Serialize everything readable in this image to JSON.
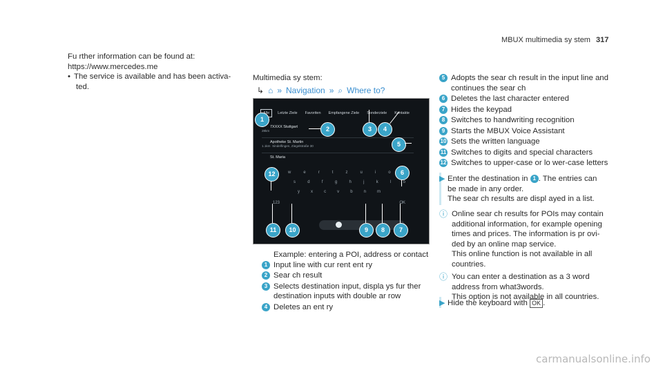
{
  "header": {
    "section": "MBUX multimedia sy stem",
    "page": "317"
  },
  "col1": {
    "further": "Fu rther information can be found at:",
    "url": "https://www.mercedes.me",
    "bullet": "The service is available and has been activa‐",
    "bullet_cont": "ted."
  },
  "col2": {
    "title": "Multimedia sy stem:",
    "path_arrow": "↳",
    "home_icon": "⌂",
    "sep": "»",
    "navigation": "Navigation",
    "search_icon": "⌕",
    "where_to": "Where to?",
    "caption": "Example: entering a POI, address or contact",
    "items": [
      {
        "n": "1",
        "t": "Input line with cur rent ent ry"
      },
      {
        "n": "2",
        "t": "Sear ch result"
      },
      {
        "n": "3",
        "t": "Selects destination input, displa ys fur ther",
        "c": "destination inputs with double ar row"
      },
      {
        "n": "4",
        "t": "Deletes an ent ry"
      }
    ]
  },
  "col3": {
    "items": [
      {
        "n": "5",
        "t": "Adopts the sear ch result in the input line and",
        "c": "continues the sear ch"
      },
      {
        "n": "6",
        "t": "Deletes the last character entered"
      },
      {
        "n": "7",
        "t": "Hides the keypad"
      },
      {
        "n": "8",
        "t": "Switches to handwriting recognition"
      },
      {
        "n": "9",
        "t": "Starts the MBUX Voice Assistant"
      },
      {
        "n": "10",
        "t": "Sets the written language"
      },
      {
        "n": "11",
        "t": "Switches to digits and special characters"
      },
      {
        "n": "12",
        "t": "Switches to upper-case or lo wer-case letters"
      }
    ],
    "step1_a": "Enter the destination in",
    "step1_ref": "1",
    "step1_b": ". The entries can",
    "step1_c": "be made in any order.",
    "step1_d": "The sear ch results are displ ayed in a list.",
    "note1": [
      "Online sear ch results for POIs may contain",
      "additional information, for example opening",
      "times and prices. The information is pr ovi‐",
      "ded by an online map service.",
      "This online function is not available in all",
      "countries."
    ],
    "note2": [
      "You can enter a destination as a 3 word",
      "address from what3words.",
      "This option is not available in all countries."
    ],
    "step2": "Hide the keyboard with",
    "ok": "OK",
    "step2_end": "."
  },
  "screen": {
    "tabs": [
      "Alle",
      "Letzte Ziele",
      "Favoriten",
      "Empfangene Ziele",
      "Sonderziele",
      "Kontakte"
    ],
    "input": "7XXXX Stuttgart",
    "dist": "28km",
    "r1": "Apotheke St. Martin",
    "r1_dist": "1.1km",
    "r1_sub": "Sindelfingen, Ziegelstraße 30",
    "r2": "St. Maria",
    "keys1": [
      "w",
      "e",
      "r",
      "t",
      "z",
      "u",
      "i",
      "o",
      "p"
    ],
    "keys2": [
      "s",
      "d",
      "f",
      "g",
      "h",
      "j",
      "k",
      "l",
      "ö"
    ],
    "keys3": [
      "y",
      "x",
      "c",
      "v",
      "b",
      "n",
      "m"
    ],
    "k123": "123",
    "kok": "OK",
    "callouts": [
      "1",
      "2",
      "3",
      "4",
      "5",
      "6",
      "7",
      "8",
      "9",
      "10",
      "11",
      "12"
    ]
  },
  "footer": "carmanualsonline.info"
}
